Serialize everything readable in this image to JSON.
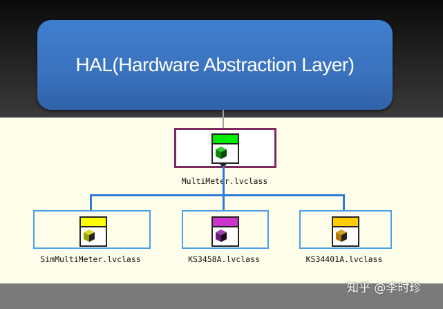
{
  "header": {
    "title": "HAL(Hardware Abstraction Layer)"
  },
  "diagram": {
    "parent": {
      "label": "MultiMeter.lvclass",
      "band_color": "#00ee00",
      "cube_color": "#0a8a0a",
      "border_color": "#7a2a5e"
    },
    "children": [
      {
        "label": "SimMultiMeter.lvclass",
        "band_color": "#ffff00",
        "cube_color": "#a0a000"
      },
      {
        "label": "KS3458A.lvclass",
        "band_color": "#cc33cc",
        "cube_color": "#6a1a7a"
      },
      {
        "label": "KS34401A.lvclass",
        "band_color": "#ffcc00",
        "cube_color": "#b07800"
      }
    ],
    "connector_color": "#2e7ad6"
  },
  "watermark": {
    "text": "知乎 @李时珍"
  }
}
